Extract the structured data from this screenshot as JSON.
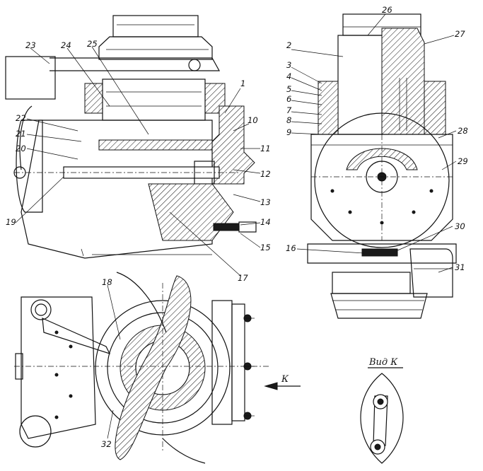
{
  "drawing": {
    "view_label": "Вид К",
    "arrow_label": "К",
    "part_numbers": [
      "1",
      "2",
      "3",
      "4",
      "5",
      "6",
      "7",
      "8",
      "9",
      "10",
      "11",
      "12",
      "13",
      "14",
      "15",
      "16",
      "17",
      "18",
      "19",
      "20",
      "21",
      "22",
      "23",
      "24",
      "25",
      "26",
      "27",
      "28",
      "29",
      "30",
      "31",
      "32"
    ]
  }
}
